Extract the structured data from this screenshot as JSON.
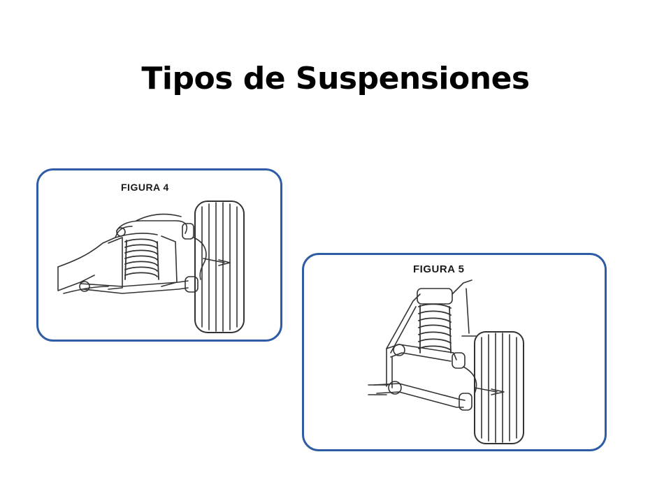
{
  "slide": {
    "title": "Tipos de Suspensiones"
  },
  "figures": [
    {
      "label": "FIGURA 4",
      "depicts": "suspension-coil-spring-icon"
    },
    {
      "label": "FIGURA 5",
      "depicts": "suspension-coil-spring-icon"
    }
  ],
  "colors": {
    "panel_border": "#2e5da6",
    "line_art": "#333333",
    "background": "#ffffff"
  }
}
